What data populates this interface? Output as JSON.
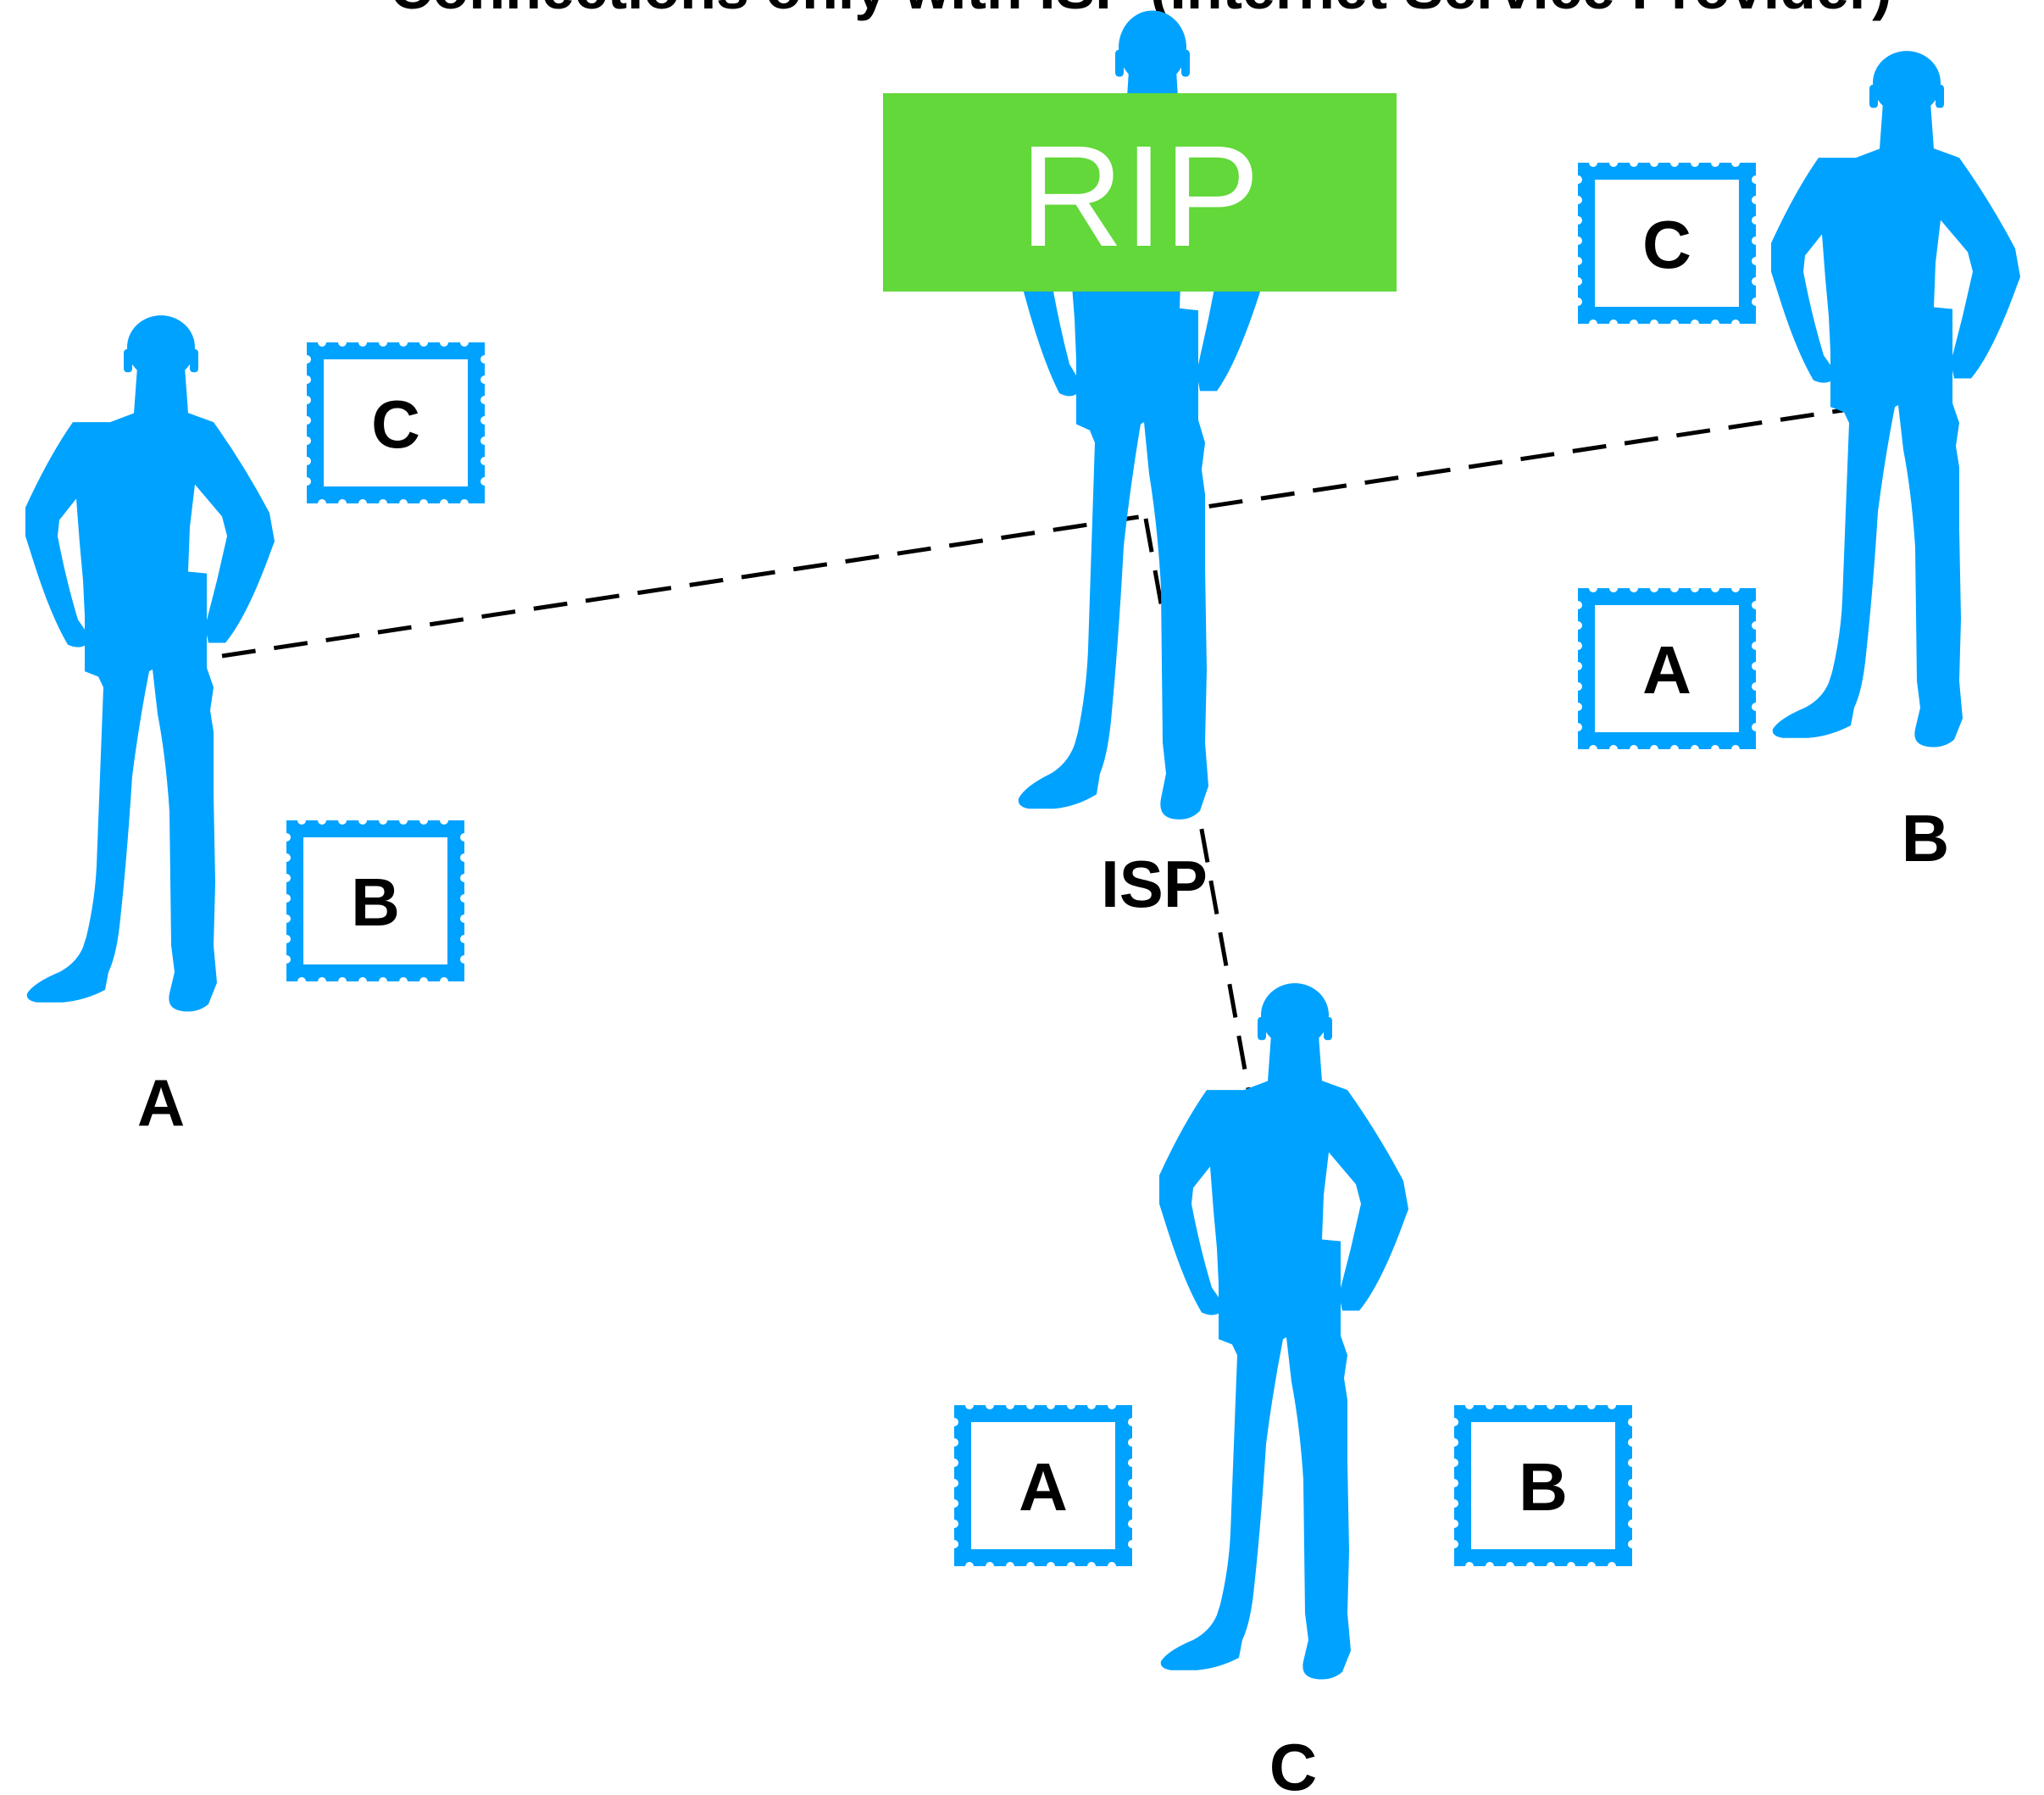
{
  "title": "Connections only with ISP (Internet Service Provider)",
  "colors": {
    "person": "#00A2FF",
    "stamp": "#00A2FF",
    "rip_bg": "#62D83A",
    "rip_text": "#FFFFFF",
    "line": "#000000"
  },
  "rip_label": "RIP",
  "people": [
    {
      "id": "isp",
      "label": "ISP"
    },
    {
      "id": "a",
      "label": "A"
    },
    {
      "id": "b",
      "label": "B"
    },
    {
      "id": "c",
      "label": "C"
    }
  ],
  "stamps": [
    {
      "owner": "A",
      "label": "C"
    },
    {
      "owner": "A",
      "label": "B"
    },
    {
      "owner": "B",
      "label": "C"
    },
    {
      "owner": "B",
      "label": "A"
    },
    {
      "owner": "C",
      "label": "A"
    },
    {
      "owner": "C",
      "label": "B"
    }
  ],
  "connections": [
    {
      "from": "A",
      "to": "B"
    },
    {
      "from": "ISP",
      "to": "C"
    }
  ]
}
